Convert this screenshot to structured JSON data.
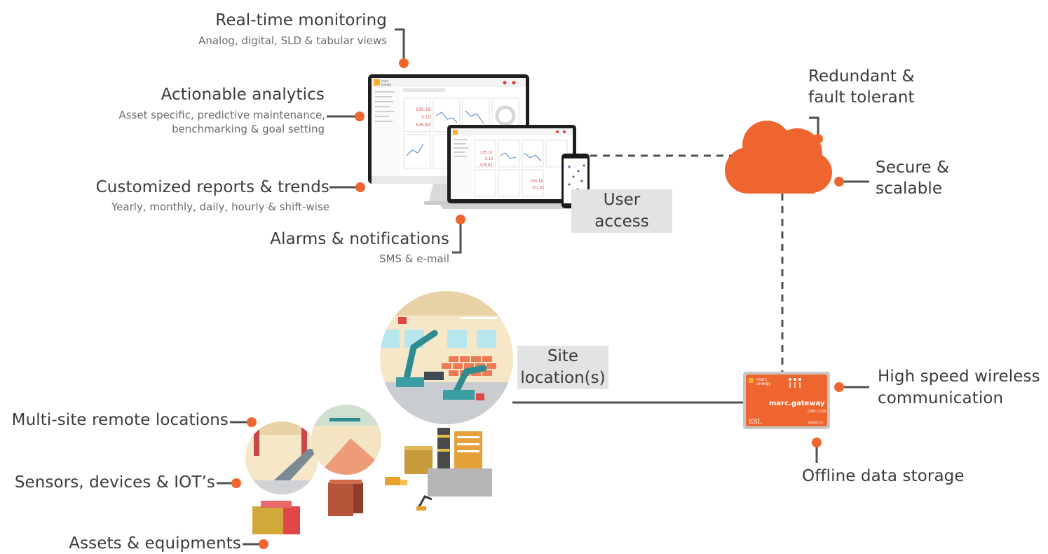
{
  "features": {
    "realtime": {
      "title": "Real-time monitoring",
      "subtitle": "Analog, digital, SLD & tabular views"
    },
    "analytics": {
      "title": "Actionable analytics",
      "subtitle_line1": "Asset specific, predictive maintenance,",
      "subtitle_line2": "benchmarking & goal setting"
    },
    "reports": {
      "title": "Customized reports & trends",
      "subtitle": "Yearly, monthly, daily, hourly & shift-wise"
    },
    "alarms": {
      "title": "Alarms & notifications",
      "subtitle": "SMS & e-mail"
    }
  },
  "user_access": {
    "line1": "User",
    "line2": "access"
  },
  "cloud": {
    "redundant_line1": "Redundant &",
    "redundant_line2": "fault tolerant",
    "secure_line1": "Secure &",
    "secure_line2": "scalable"
  },
  "site": {
    "line1": "Site",
    "line2": "location(s)"
  },
  "gateway": {
    "brand_line1": "marc.",
    "brand_line2": "energy",
    "name": "marc.gateway",
    "spec": "GSM | LAN",
    "maker": "ESL",
    "site": "geesl.co",
    "wireless_line1": "High speed wireless",
    "wireless_line2": "communication",
    "offline": "Offline data storage"
  },
  "left": {
    "multisite": "Multi-site remote locations",
    "sensors": "Sensors, devices & IOT’s",
    "assets": "Assets & equipments"
  },
  "dashboard": {
    "brand_line1": "marc.",
    "brand_line2": "energy",
    "kpi1": "235.16",
    "kpi2": "5.15",
    "kpi3": "526.81"
  },
  "colors": {
    "accent": "#ef6530",
    "connector": "#505050",
    "label_box": "#e3e3e5"
  }
}
